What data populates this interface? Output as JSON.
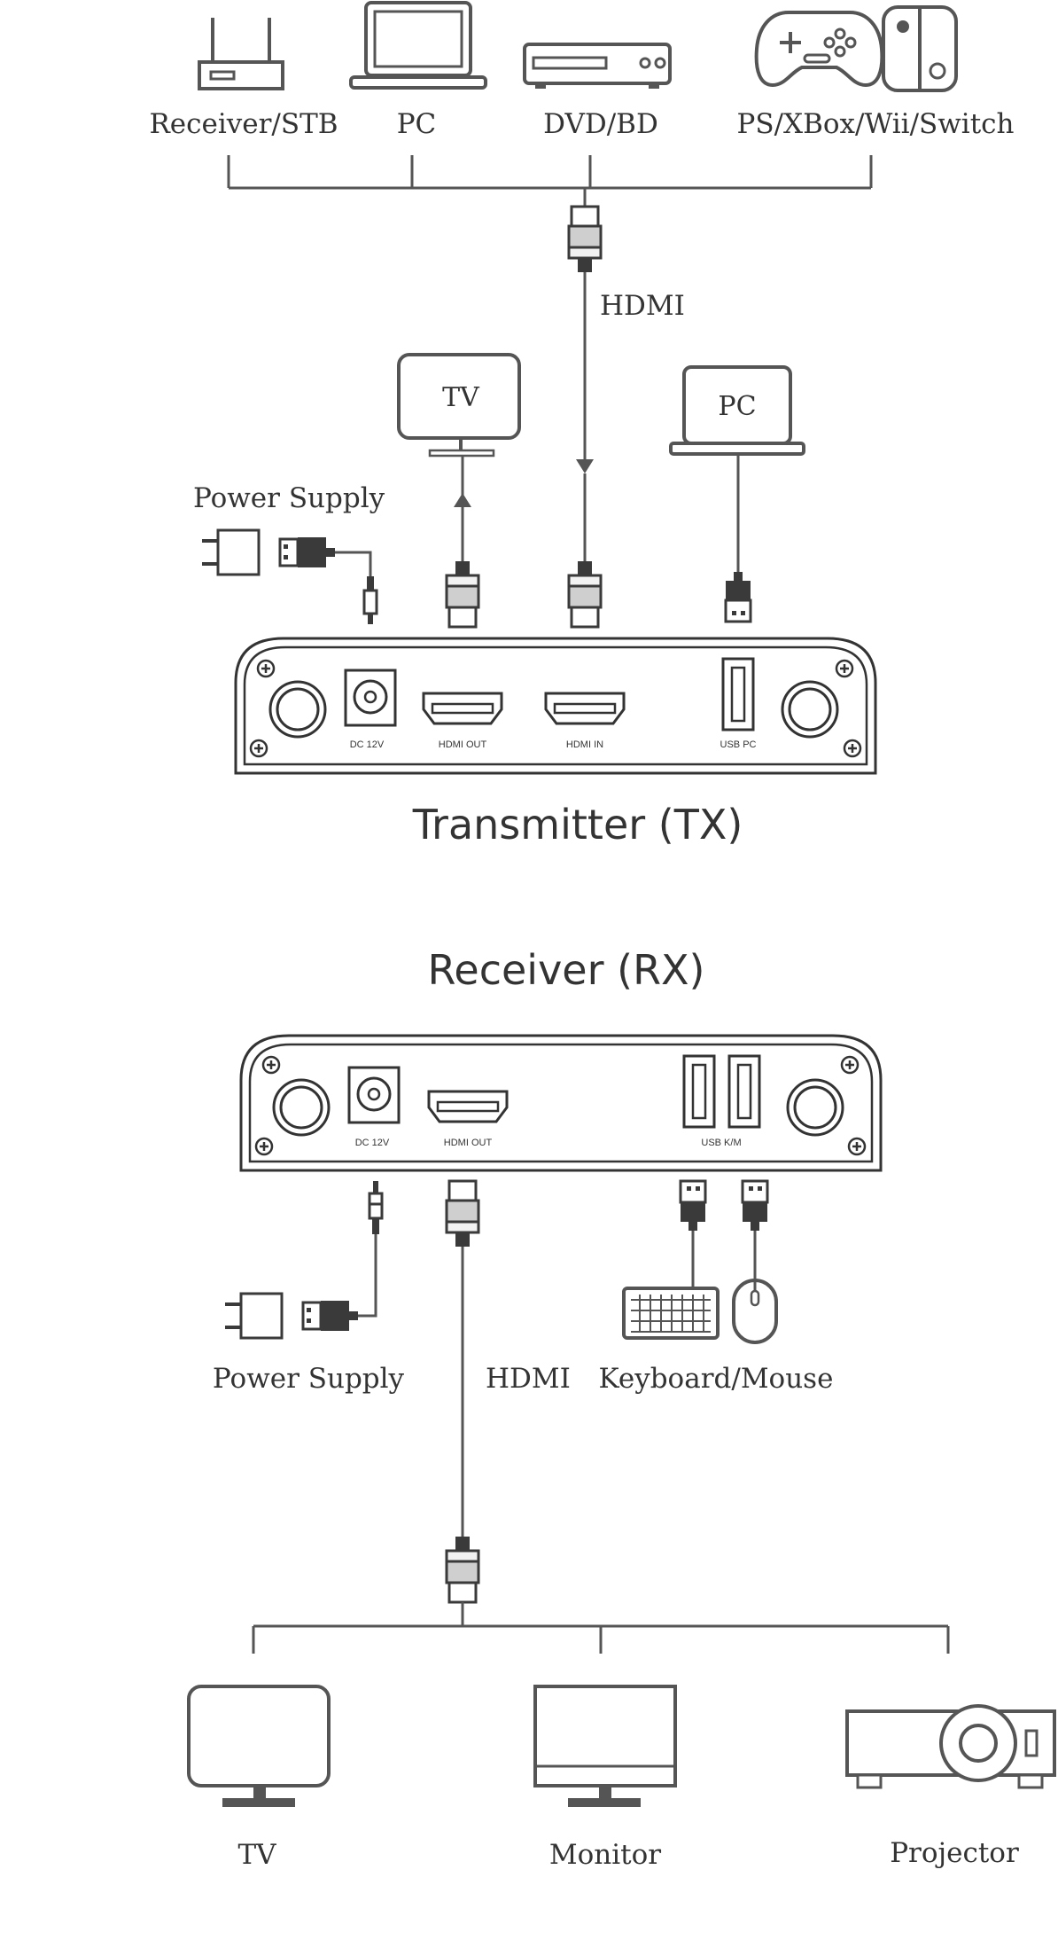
{
  "sources": {
    "receiver_stb": "Receiver/STB",
    "pc": "PC",
    "dvd_bd": "DVD/BD",
    "consoles": "PS/XBox/Wii/Switch"
  },
  "labels": {
    "hdmi_top": "HDMI",
    "tv_top": "TV",
    "pc_top": "PC",
    "power_supply_tx": "Power Supply",
    "transmitter_title": "Transmitter (TX)",
    "receiver_title": "Receiver (RX)",
    "power_supply_rx": "Power Supply",
    "hdmi_rx": "HDMI",
    "keyboard_mouse": "Keyboard/Mouse"
  },
  "tx_ports": {
    "dc": "DC 12V",
    "hdmi_out": "HDMI OUT",
    "hdmi_in": "HDMI IN",
    "usb_pc": "USB PC"
  },
  "rx_ports": {
    "dc": "DC 12V",
    "hdmi_out": "HDMI OUT",
    "usb_km": "USB K/M"
  },
  "outputs": {
    "tv": "TV",
    "monitor": "Monitor",
    "projector": "Projector"
  },
  "colors": {
    "stroke": "#555555",
    "plug_dark": "#3a3a3a",
    "plug_light": "#cfcfcf"
  }
}
